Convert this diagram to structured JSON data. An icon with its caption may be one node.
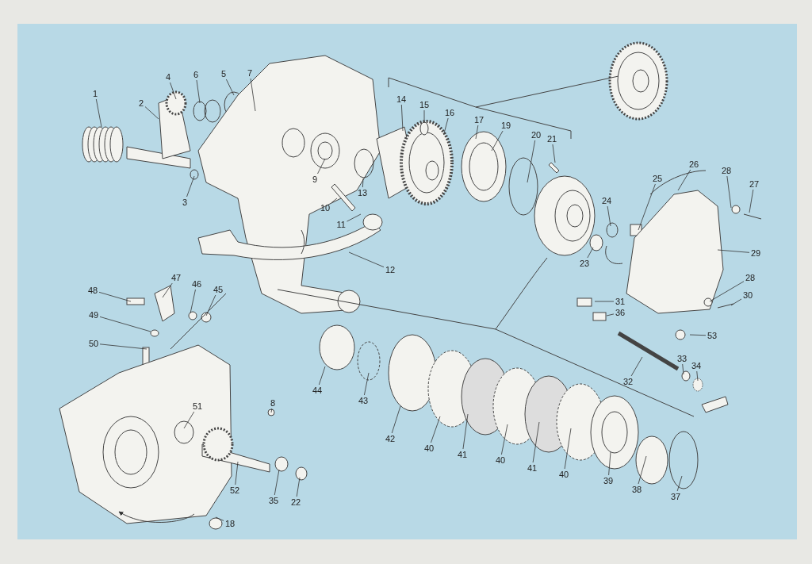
{
  "diagram": {
    "nodes": [
      {
        "text": [
          "1"
        ]
      },
      {
        "text": [
          "2"
        ]
      },
      {
        "text": [
          "4"
        ]
      },
      {
        "text": [
          "6"
        ]
      },
      {
        "text": [
          "5"
        ]
      },
      {
        "text": [
          "7"
        ]
      },
      {
        "text": [
          "3"
        ]
      },
      {
        "text": [
          "9"
        ]
      },
      {
        "text": [
          "10"
        ]
      },
      {
        "text": [
          "13"
        ]
      },
      {
        "text": [
          "11"
        ]
      },
      {
        "text": [
          "12"
        ]
      },
      {
        "text": [
          "14"
        ]
      },
      {
        "text": [
          "15"
        ]
      },
      {
        "text": [
          "16"
        ]
      },
      {
        "text": [
          "17"
        ]
      },
      {
        "text": [
          "19"
        ]
      },
      {
        "text": [
          "20"
        ]
      },
      {
        "text": [
          "21"
        ]
      },
      {
        "text": [
          "23"
        ]
      },
      {
        "text": [
          "24"
        ]
      },
      {
        "text": [
          "25"
        ]
      },
      {
        "text": [
          "26"
        ]
      },
      {
        "text": [
          "28"
        ]
      },
      {
        "text": [
          "27"
        ]
      },
      {
        "text": [
          "29"
        ]
      },
      {
        "text": [
          "28"
        ]
      },
      {
        "text": [
          "30"
        ]
      },
      {
        "text": [
          "31"
        ]
      },
      {
        "text": [
          "36"
        ]
      },
      {
        "text": [
          "53"
        ]
      },
      {
        "text": [
          "33"
        ]
      },
      {
        "text": [
          "34"
        ]
      },
      {
        "text": [
          "32"
        ]
      },
      {
        "text": [
          "48"
        ]
      },
      {
        "text": [
          "47"
        ]
      },
      {
        "text": [
          "46"
        ]
      },
      {
        "text": [
          "45"
        ]
      },
      {
        "text": [
          "49"
        ]
      },
      {
        "text": [
          "50"
        ]
      },
      {
        "text": [
          "51"
        ]
      },
      {
        "text": [
          "8"
        ]
      },
      {
        "text": [
          "44"
        ]
      },
      {
        "text": [
          "43"
        ]
      },
      {
        "text": [
          "42"
        ]
      },
      {
        "text": [
          "40"
        ]
      },
      {
        "text": [
          "41"
        ]
      },
      {
        "text": [
          "40"
        ]
      },
      {
        "text": [
          "41"
        ]
      },
      {
        "text": [
          "40"
        ]
      },
      {
        "text": [
          "39"
        ]
      },
      {
        "text": [
          "38"
        ]
      },
      {
        "text": [
          "37"
        ]
      },
      {
        "text": [
          "52"
        ]
      },
      {
        "text": [
          "35"
        ]
      },
      {
        "text": [
          "22"
        ]
      },
      {
        "text": [
          "18"
        ]
      }
    ],
    "edges": [
      {
        "from": 0,
        "to": null,
        "arrow": "none"
      },
      {
        "from": 1,
        "to": null,
        "arrow": "none"
      },
      {
        "from": 2,
        "to": null,
        "arrow": "none"
      },
      {
        "from": 3,
        "to": null,
        "arrow": "none"
      },
      {
        "from": 4,
        "to": null,
        "arrow": "none"
      },
      {
        "from": 5,
        "to": null,
        "arrow": "none"
      },
      {
        "from": 6,
        "to": null,
        "arrow": "none"
      },
      {
        "from": 7,
        "to": null,
        "arrow": "none"
      },
      {
        "from": 8,
        "to": null,
        "arrow": "none"
      },
      {
        "from": 9,
        "to": null,
        "arrow": "none"
      },
      {
        "from": 10,
        "to": null,
        "arrow": "none"
      },
      {
        "from": 11,
        "to": null,
        "arrow": "none"
      },
      {
        "from": 12,
        "to": null,
        "arrow": "none"
      },
      {
        "from": 13,
        "to": null,
        "arrow": "none"
      },
      {
        "from": 14,
        "to": null,
        "arrow": "none"
      },
      {
        "from": 15,
        "to": null,
        "arrow": "none"
      },
      {
        "from": 16,
        "to": null,
        "arrow": "none"
      },
      {
        "from": 17,
        "to": null,
        "arrow": "none"
      },
      {
        "from": 18,
        "to": null,
        "arrow": "none"
      },
      {
        "from": 19,
        "to": null,
        "arrow": "none"
      },
      {
        "from": 20,
        "to": null,
        "arrow": "none"
      },
      {
        "from": 21,
        "to": null,
        "arrow": "none"
      },
      {
        "from": 22,
        "to": null,
        "arrow": "none"
      },
      {
        "from": 23,
        "to": null,
        "arrow": "none"
      },
      {
        "from": 24,
        "to": null,
        "arrow": "none"
      },
      {
        "from": 25,
        "to": null,
        "arrow": "none"
      },
      {
        "from": 26,
        "to": null,
        "arrow": "none"
      },
      {
        "from": 27,
        "to": null,
        "arrow": "none"
      },
      {
        "from": 28,
        "to": null,
        "arrow": "none"
      },
      {
        "from": 29,
        "to": null,
        "arrow": "none"
      },
      {
        "from": 30,
        "to": null,
        "arrow": "none"
      },
      {
        "from": 31,
        "to": null,
        "arrow": "none"
      },
      {
        "from": 32,
        "to": null,
        "arrow": "none"
      },
      {
        "from": 33,
        "to": null,
        "arrow": "none"
      },
      {
        "from": 34,
        "to": null,
        "arrow": "none"
      },
      {
        "from": 35,
        "to": null,
        "arrow": "none"
      },
      {
        "from": 36,
        "to": null,
        "arrow": "none"
      },
      {
        "from": 37,
        "to": null,
        "arrow": "none"
      },
      {
        "from": 38,
        "to": null,
        "arrow": "none"
      },
      {
        "from": 39,
        "to": null,
        "arrow": "none"
      },
      {
        "from": 40,
        "to": null,
        "arrow": "none"
      },
      {
        "from": 41,
        "to": null,
        "arrow": "none"
      },
      {
        "from": 42,
        "to": null,
        "arrow": "none"
      },
      {
        "from": 43,
        "to": null,
        "arrow": "none"
      },
      {
        "from": 44,
        "to": null,
        "arrow": "none"
      },
      {
        "from": 45,
        "to": null,
        "arrow": "none"
      },
      {
        "from": 46,
        "to": null,
        "arrow": "none"
      },
      {
        "from": 47,
        "to": null,
        "arrow": "none"
      },
      {
        "from": 48,
        "to": null,
        "arrow": "none"
      },
      {
        "from": 49,
        "to": null,
        "arrow": "none"
      },
      {
        "from": 50,
        "to": null,
        "arrow": "none"
      },
      {
        "from": 51,
        "to": null,
        "arrow": "none"
      },
      {
        "from": 52,
        "to": null,
        "arrow": "none"
      },
      {
        "from": 53,
        "to": null,
        "arrow": "none"
      },
      {
        "from": 54,
        "to": null,
        "arrow": "none"
      },
      {
        "from": 55,
        "to": null,
        "arrow": "none"
      },
      {
        "from": 56,
        "to": null,
        "arrow": "none"
      }
    ]
  }
}
